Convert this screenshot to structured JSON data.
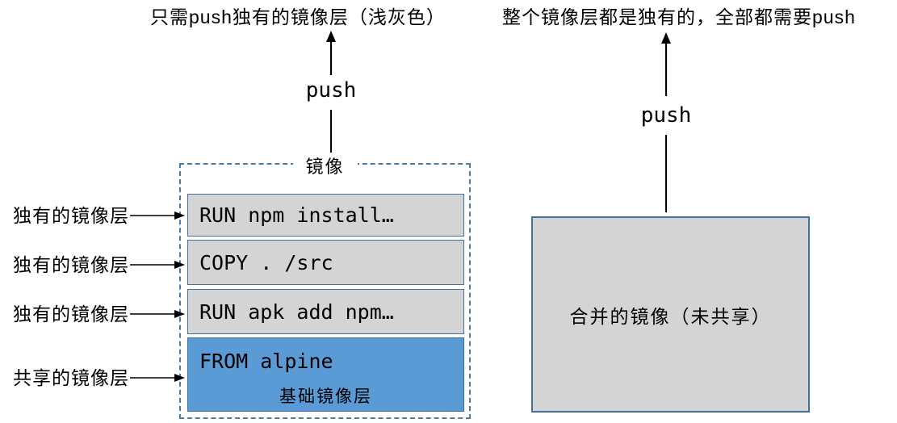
{
  "captions": {
    "left": "只需push独有的镜像层（浅灰色）",
    "right": "整个镜像层都是独有的，全部都需要push"
  },
  "left_diagram": {
    "push_label": "push",
    "box_title": "镜像",
    "row_labels": [
      "独有的镜像层",
      "独有的镜像层",
      "独有的镜像层",
      "共享的镜像层"
    ],
    "layers": [
      {
        "text": "RUN npm install…",
        "type": "unique"
      },
      {
        "text": "COPY . /src",
        "type": "unique"
      },
      {
        "text": "RUN apk add npm…",
        "type": "unique"
      },
      {
        "text": "FROM alpine",
        "sublabel": "基础镜像层",
        "type": "shared"
      }
    ]
  },
  "right_diagram": {
    "push_label": "push",
    "box_label": "合并的镜像（未共享）"
  },
  "colors": {
    "layer_gray": "#d4d4d4",
    "layer_blue": "#5b9bd5",
    "box_border": "#41719c",
    "dashed_border": "#4e7ca1",
    "arrow_black": "#000000"
  }
}
